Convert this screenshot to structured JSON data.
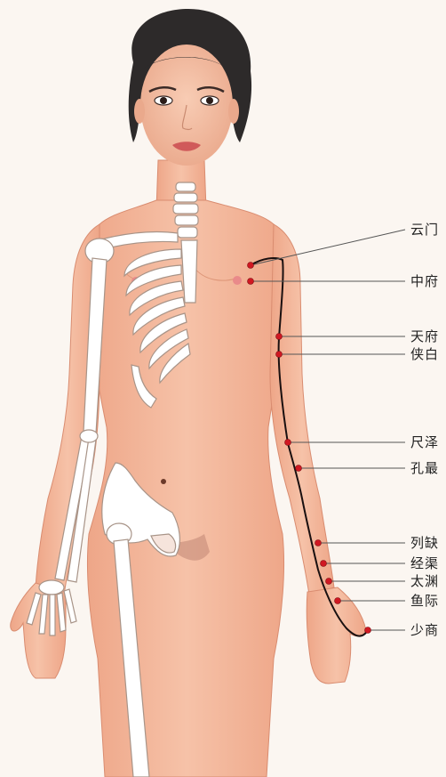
{
  "meridian": {
    "points": [
      {
        "id": "yunmen",
        "label": "云门"
      },
      {
        "id": "zhongfu",
        "label": "中府"
      },
      {
        "id": "tianfu",
        "label": "天府"
      },
      {
        "id": "xiabai",
        "label": "侠白"
      },
      {
        "id": "chize",
        "label": "尺泽"
      },
      {
        "id": "kongzui",
        "label": "孔最"
      },
      {
        "id": "lieque",
        "label": "列缺"
      },
      {
        "id": "jingqu",
        "label": "经渠"
      },
      {
        "id": "taiyuan",
        "label": "太渊"
      },
      {
        "id": "yuji",
        "label": "鱼际"
      },
      {
        "id": "shaoshang",
        "label": "少商"
      }
    ]
  },
  "colors": {
    "skin": "#f2b89c",
    "skin_shadow": "#e59a7c",
    "hair": "#2d2a2a",
    "bone": "#ffffff",
    "bone_outline": "#b7a59a",
    "meridian_line": "#1a1010",
    "acupoint": "#d01822",
    "leader_line": "#555555",
    "background": "#fbf6f1"
  }
}
